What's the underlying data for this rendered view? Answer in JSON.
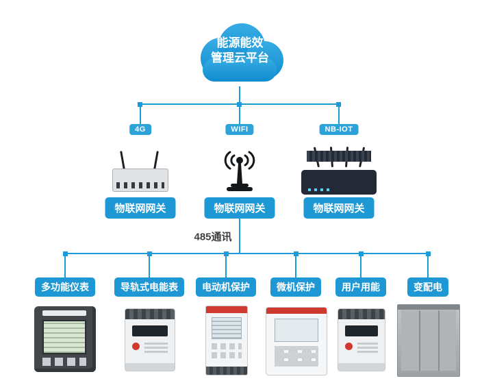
{
  "colors": {
    "line": "#1b9cd8",
    "label": "#1e98d5",
    "pill": "#2ea3da",
    "cloud_top": "#38ace4",
    "cloud_bottom": "#0f8ccf",
    "bus_text": "#3d3d3d"
  },
  "cloud": {
    "line1": "能源能效",
    "line2": "管理云平台"
  },
  "links": [
    {
      "label": "4G"
    },
    {
      "label": "WIFI"
    },
    {
      "label": "NB-IOT"
    }
  ],
  "gateways": [
    {
      "label": "物联网网关",
      "image": "4g-gateway-router"
    },
    {
      "label": "物联网网关",
      "image": "wifi-antenna"
    },
    {
      "label": "物联网网关",
      "image": "nb-iot-gateway-router"
    }
  ],
  "bus": {
    "label": "485通讯"
  },
  "devices": [
    {
      "label": "多功能仪表",
      "image": "multifunction-meter"
    },
    {
      "label": "导轨式电能表",
      "image": "din-rail-energy-meter"
    },
    {
      "label": "电动机保护",
      "image": "motor-protection-unit"
    },
    {
      "label": "微机保护",
      "image": "microcomputer-protection-unit"
    },
    {
      "label": "用户用能",
      "image": "consumer-energy-meter"
    },
    {
      "label": "变配电",
      "image": "power-distribution-cabinet"
    }
  ]
}
